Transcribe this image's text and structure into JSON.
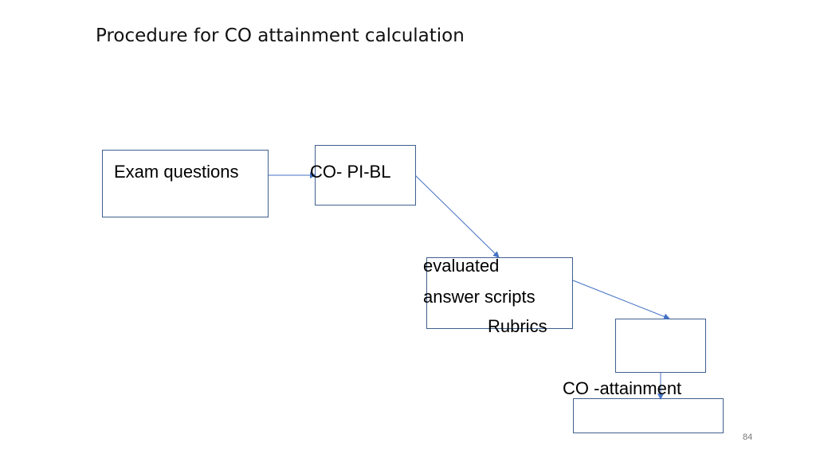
{
  "slide": {
    "title": "Procedure for CO attainment calculation",
    "slide_number": "84"
  },
  "nodes": {
    "exam": {
      "label": "Exam questions"
    },
    "copibl": {
      "label": "CO- PI-BL"
    },
    "evaluated": {
      "line1": "evaluated",
      "line2": "answer scripts",
      "line3": "Rubrics"
    },
    "co_attainment": {
      "label": "CO -attainment"
    }
  },
  "colors": {
    "box_border": "#3f5f8f",
    "arrow": "#4472c4"
  }
}
